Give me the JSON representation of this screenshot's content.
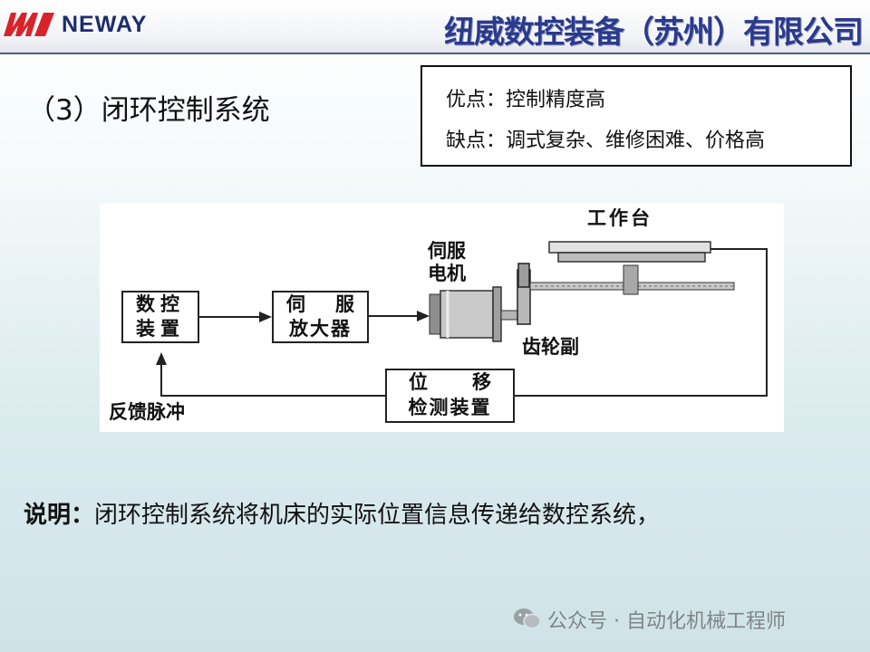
{
  "header": {
    "logo_text": "NEWAY",
    "company": "纽威数控装备（苏州）有限公司",
    "colors": {
      "brand": "#1c2d6e",
      "logo_red": "#d8232a"
    }
  },
  "slide": {
    "title": "（3）闭环控制系统",
    "pros": "优点：控制精度高",
    "cons": "缺点：调式复杂、维修困难、价格高"
  },
  "diagram": {
    "nc_line1": "数控",
    "nc_line2": "装置",
    "amp_left": "伺",
    "amp_right": "服",
    "amp_line2": "放大器",
    "motor_line1": "伺服",
    "motor_line2": "电机",
    "table": "工作台",
    "gear": "齿轮副",
    "detect_left": "位",
    "detect_right": "移",
    "detect_line2": "检测装置",
    "feedback": "反馈脉冲"
  },
  "note": {
    "label": "说明：",
    "text": "闭环控制系统将机床的实际位置信息传递给数控系统，"
  },
  "watermark": {
    "text": "公众号 · 自动化机械工程师",
    "icon": "wechat-icon"
  }
}
